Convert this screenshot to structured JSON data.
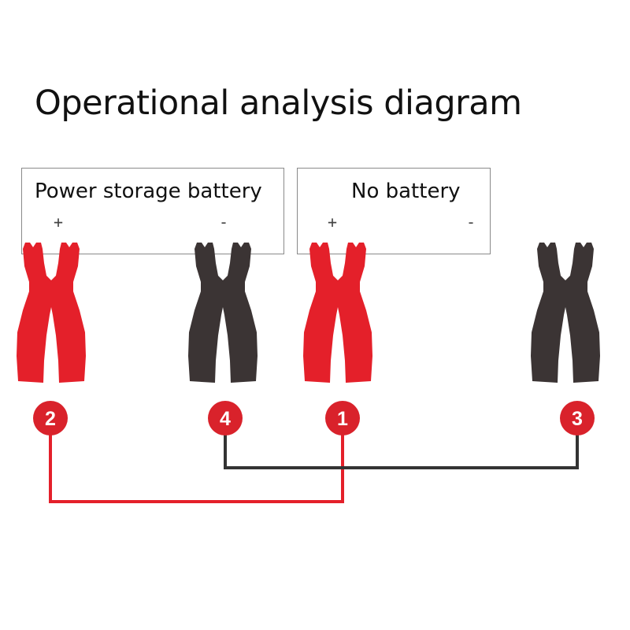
{
  "title": "Operational analysis diagram",
  "batteries": [
    {
      "label": "Power storage battery",
      "plus": "+",
      "minus": "-"
    },
    {
      "label": "No battery",
      "plus": "+",
      "minus": "-"
    }
  ],
  "clamps": [
    {
      "badge": "2",
      "color": "red"
    },
    {
      "badge": "4",
      "color": "black"
    },
    {
      "badge": "1",
      "color": "red"
    },
    {
      "badge": "3",
      "color": "black"
    }
  ],
  "colors": {
    "red": "#e4202a",
    "black": "#3b3434",
    "badge": "#d9222b",
    "wire_red": "#e4202a",
    "wire_black": "#333333",
    "box_border": "#8a8a8a"
  }
}
